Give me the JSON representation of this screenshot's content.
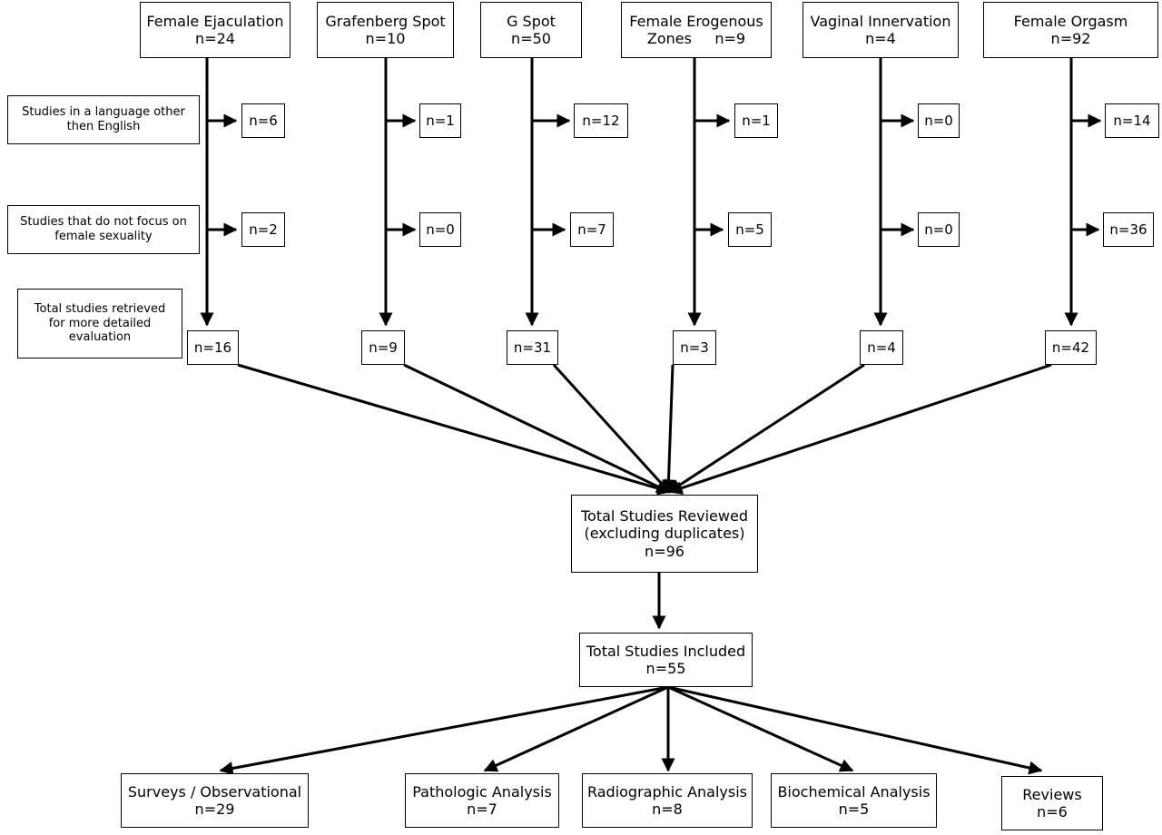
{
  "sources": [
    {
      "title_line1": "Female Ejaculation",
      "title_line2": "n=24",
      "language_other": "n=6",
      "not_sexuality": "n=2",
      "retrieved": "n=16"
    },
    {
      "title_line1": "Grafenberg Spot",
      "title_line2": "n=10",
      "language_other": "n=1",
      "not_sexuality": "n=0",
      "retrieved": "n=9"
    },
    {
      "title_line1": "G Spot",
      "title_line2": "n=50",
      "language_other": "n=12",
      "not_sexuality": "n=7",
      "retrieved": "n=31"
    },
    {
      "title_line1": "Female Erogenous",
      "title_line2": "Zones     n=9",
      "language_other": "n=1",
      "not_sexuality": "n=5",
      "retrieved": "n=3"
    },
    {
      "title_line1": "Vaginal Innervation",
      "title_line2": "n=4",
      "language_other": "n=0",
      "not_sexuality": "n=0",
      "retrieved": "n=4"
    },
    {
      "title_line1": "Female Orgasm",
      "title_line2": "n=92",
      "language_other": "n=14",
      "not_sexuality": "n=36",
      "retrieved": "n=42"
    }
  ],
  "side_labels": {
    "language_line1": "Studies in a language other",
    "language_line2": "then English",
    "focus_line1": "Studies that do not focus on",
    "focus_line2": "female sexuality",
    "retrieved_line1": "Total studies retrieved",
    "retrieved_line2": "for more detailed",
    "retrieved_line3": "evaluation"
  },
  "reviewed": {
    "line1": "Total Studies Reviewed",
    "line2": "(excluding duplicates)",
    "line3": "n=96"
  },
  "included": {
    "line1": "Total Studies Included",
    "line2": "n=55"
  },
  "outcomes": [
    {
      "label": "Surveys / Observational",
      "count": "n=29"
    },
    {
      "label": "Pathologic Analysis",
      "count": "n=7"
    },
    {
      "label": "Radiographic Analysis",
      "count": "n=8"
    },
    {
      "label": "Biochemical Analysis",
      "count": "n=5"
    },
    {
      "label": "Reviews",
      "count": "n=6"
    }
  ]
}
